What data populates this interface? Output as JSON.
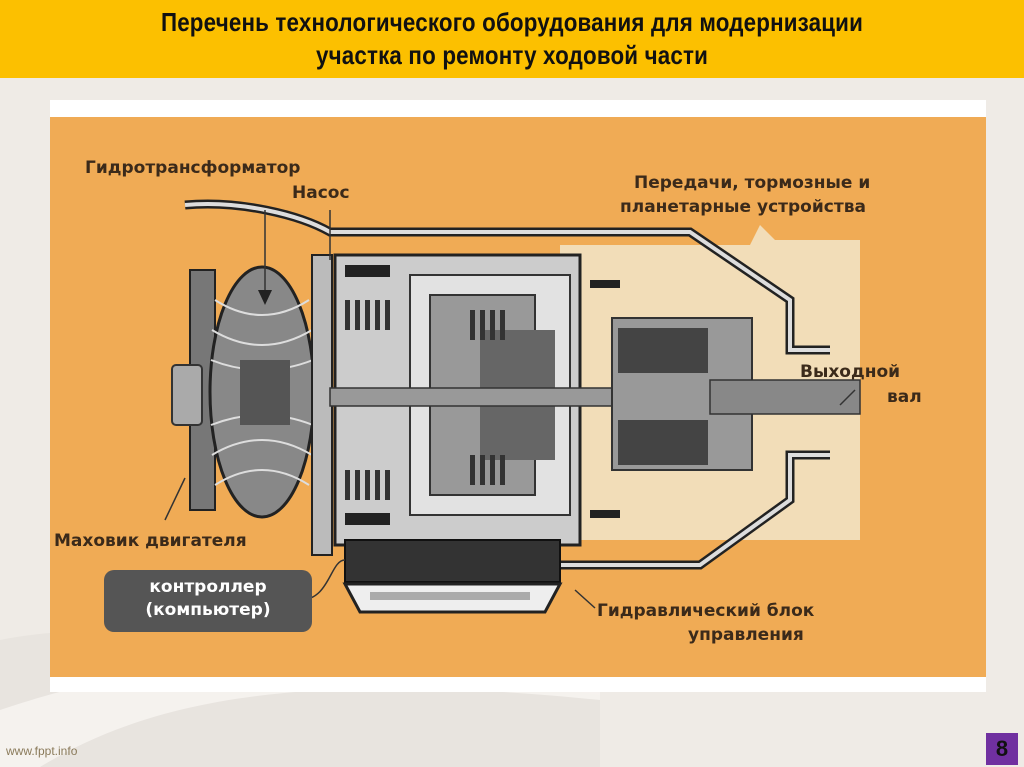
{
  "slide": {
    "title_lines": [
      "Перечень  технологического  оборудования  для модернизации",
      "участка  по ремонту  ходовой  части"
    ],
    "footer_url": "www.fppt.info",
    "page_number": "8",
    "colors": {
      "header_bg": "#fcc000",
      "diagram_bg": "#f0ab55",
      "page_badge": "#7030a0",
      "slide_bg": "#efebe6"
    }
  },
  "diagram": {
    "labels": {
      "torque_converter": "Гидротрансформатор",
      "pump": "Насос",
      "gears_brakes_line1": "Передачи, тормозные и",
      "gears_brakes_line2": "планетарные устройства",
      "output_shaft_line1": "Выходной",
      "output_shaft_line2": "вал",
      "flywheel": "Маховик двигателя",
      "controller_line1": "контроллер",
      "controller_line2": "(компьютер)",
      "hydraulic_block_line1": "Гидравлический блок",
      "hydraulic_block_line2": "управления"
    }
  }
}
